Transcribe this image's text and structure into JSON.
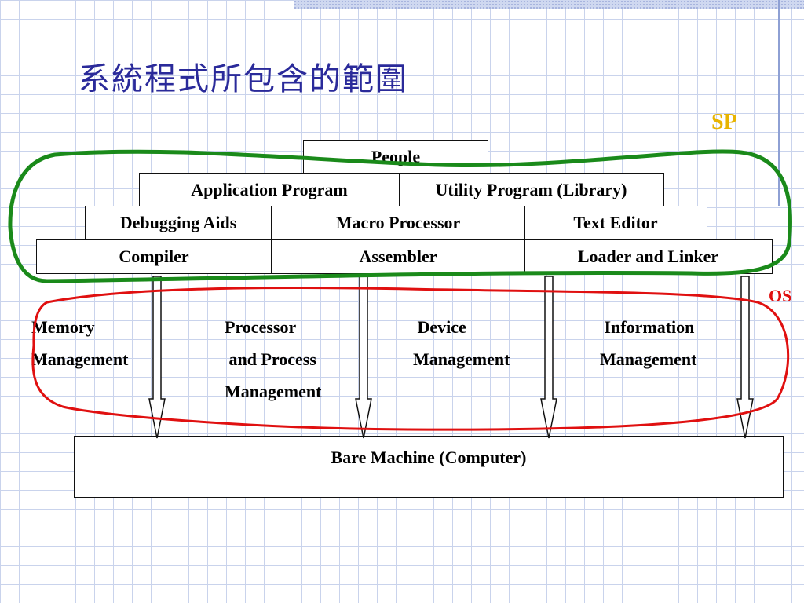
{
  "slide": {
    "title": "系統程式所包含的範圍",
    "label_sp": "SP",
    "label_os": "OS"
  },
  "layers": {
    "people": "People",
    "application_program": "Application Program",
    "utility_program": "Utility Program (Library)",
    "debugging_aids": "Debugging Aids",
    "macro_processor": "Macro Processor",
    "text_editor": "Text Editor",
    "compiler": "Compiler",
    "assembler": "Assembler",
    "loader_linker": "Loader and Linker"
  },
  "os_components": {
    "memory_management": "Memory\nManagement",
    "processor_management": "Processor\n and Process\nManagement",
    "device_management": " Device\nManagement",
    "information_management": " Information\nManagement"
  },
  "bare_machine": "Bare Machine (Computer)",
  "colors": {
    "title": "#2a2a9a",
    "sp": "#e8b400",
    "os": "#e01010",
    "sp_outline": "#1a8a1a",
    "os_outline": "#e01010"
  }
}
